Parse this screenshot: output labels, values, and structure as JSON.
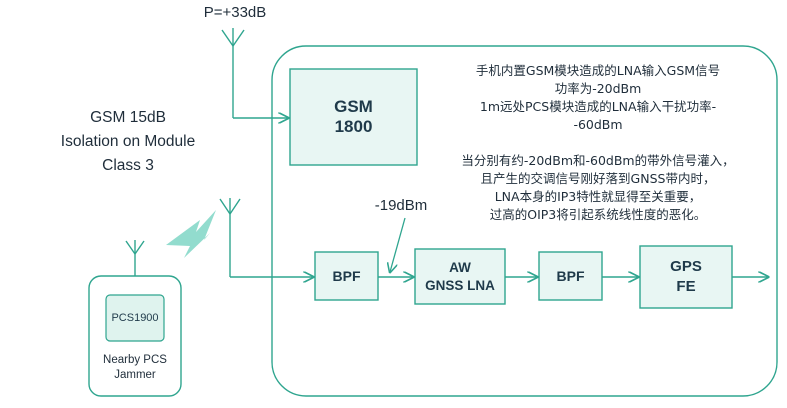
{
  "tx_power": "P=+33dB",
  "isolation_label": [
    "GSM 15dB",
    "Isolation on Module",
    "Class 3"
  ],
  "gsm_block": [
    "GSM",
    "1800"
  ],
  "notes": {
    "line1": "手机内置GSM模块造成的LNA输入GSM信号",
    "line2": "功率为-20dBm",
    "line3": "1m远处PCS模块造成的LNA输入干扰功率-",
    "line4": "-60dBm",
    "line5": "当分别有约-20dBm和-60dBm的带外信号灌入，",
    "line6": "且产生的交调信号刚好落到GNSS带内时，",
    "line7": "LNA本身的IP3特性就显得至关重要，",
    "line8": "过高的OIP3将引起系统线性度的恶化。"
  },
  "lna_input_level": "-19dBm",
  "chain": {
    "bpf1": "BPF",
    "lna": [
      "AW",
      "GNSS LNA"
    ],
    "bpf2": "BPF",
    "gps": [
      "GPS",
      "FE"
    ]
  },
  "jammer": {
    "chip": "PCS1900",
    "label": [
      "Nearby PCS",
      "Jammer"
    ]
  },
  "colors": {
    "stroke": "#2fa58f",
    "fill": "#e8f6f3",
    "text": "#1f3a4a"
  }
}
